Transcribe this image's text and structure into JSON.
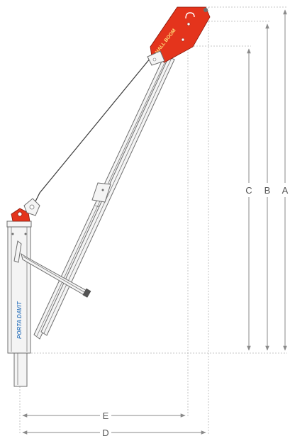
{
  "diagram": {
    "brand_text": "PORTA DAVIT",
    "head_text": "HALL BOOM",
    "dimension_labels": {
      "a": "A",
      "b": "B",
      "c": "C",
      "d": "D",
      "e": "E"
    },
    "colors": {
      "accent": "#e4341c",
      "line": "#6e6e6e",
      "dimension": "#8a8a8a",
      "text": "#555555"
    }
  }
}
